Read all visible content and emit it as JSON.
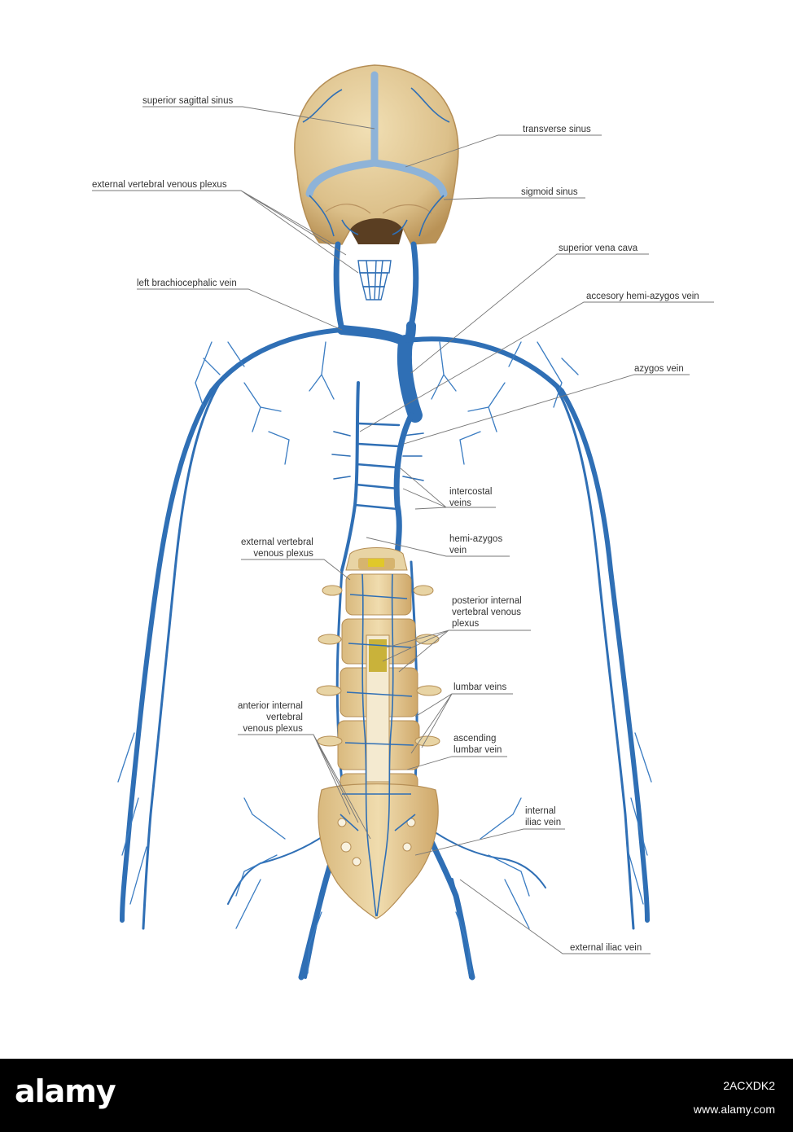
{
  "labels": {
    "superior_sagittal_sinus": "superior sagittal sinus",
    "transverse_sinus": "transverse sinus",
    "external_vertebral_venous_plexus_top": "external vertebral venous plexus",
    "sigmoid_sinus": "sigmoid sinus",
    "superior_vena_cava": "superior vena cava",
    "left_brachiocephalic_vein": "left brachiocephalic vein",
    "accesory_hemi_azygos_vein": "accesory hemi-azygos vein",
    "azygos_vein": "azygos vein",
    "intercostal_veins": [
      "intercostal",
      "veins"
    ],
    "external_vertebral_venous_plexus_mid": [
      "external vertebral",
      "venous plexus"
    ],
    "hemi_azygos_vein": [
      "hemi-azygos",
      "vein"
    ],
    "posterior_internal_vertebral_venous_plexus": [
      "posterior internal",
      "vertebral venous",
      "plexus"
    ],
    "lumbar_veins": "lumbar veins",
    "anterior_internal_vertebral_venous_plexus": [
      "anterior internal",
      "vertebral",
      "venous plexus"
    ],
    "ascending_lumbar_vein": [
      "ascending",
      "lumbar vein"
    ],
    "internal_iliac_vein": [
      "internal",
      "iliac vein"
    ],
    "external_iliac_vein": "external iliac vein"
  },
  "stock_bar": {
    "logo": "alamy",
    "image_id": "2ACXDK2",
    "url": "www.alamy.com"
  },
  "colors": {
    "vein": "#2f6fb5",
    "vein_dark": "#1f4f8f",
    "bone": "#e6cf9c",
    "bone_shade": "#c9a566",
    "leader_line": "#777777",
    "bar": "#000000"
  }
}
